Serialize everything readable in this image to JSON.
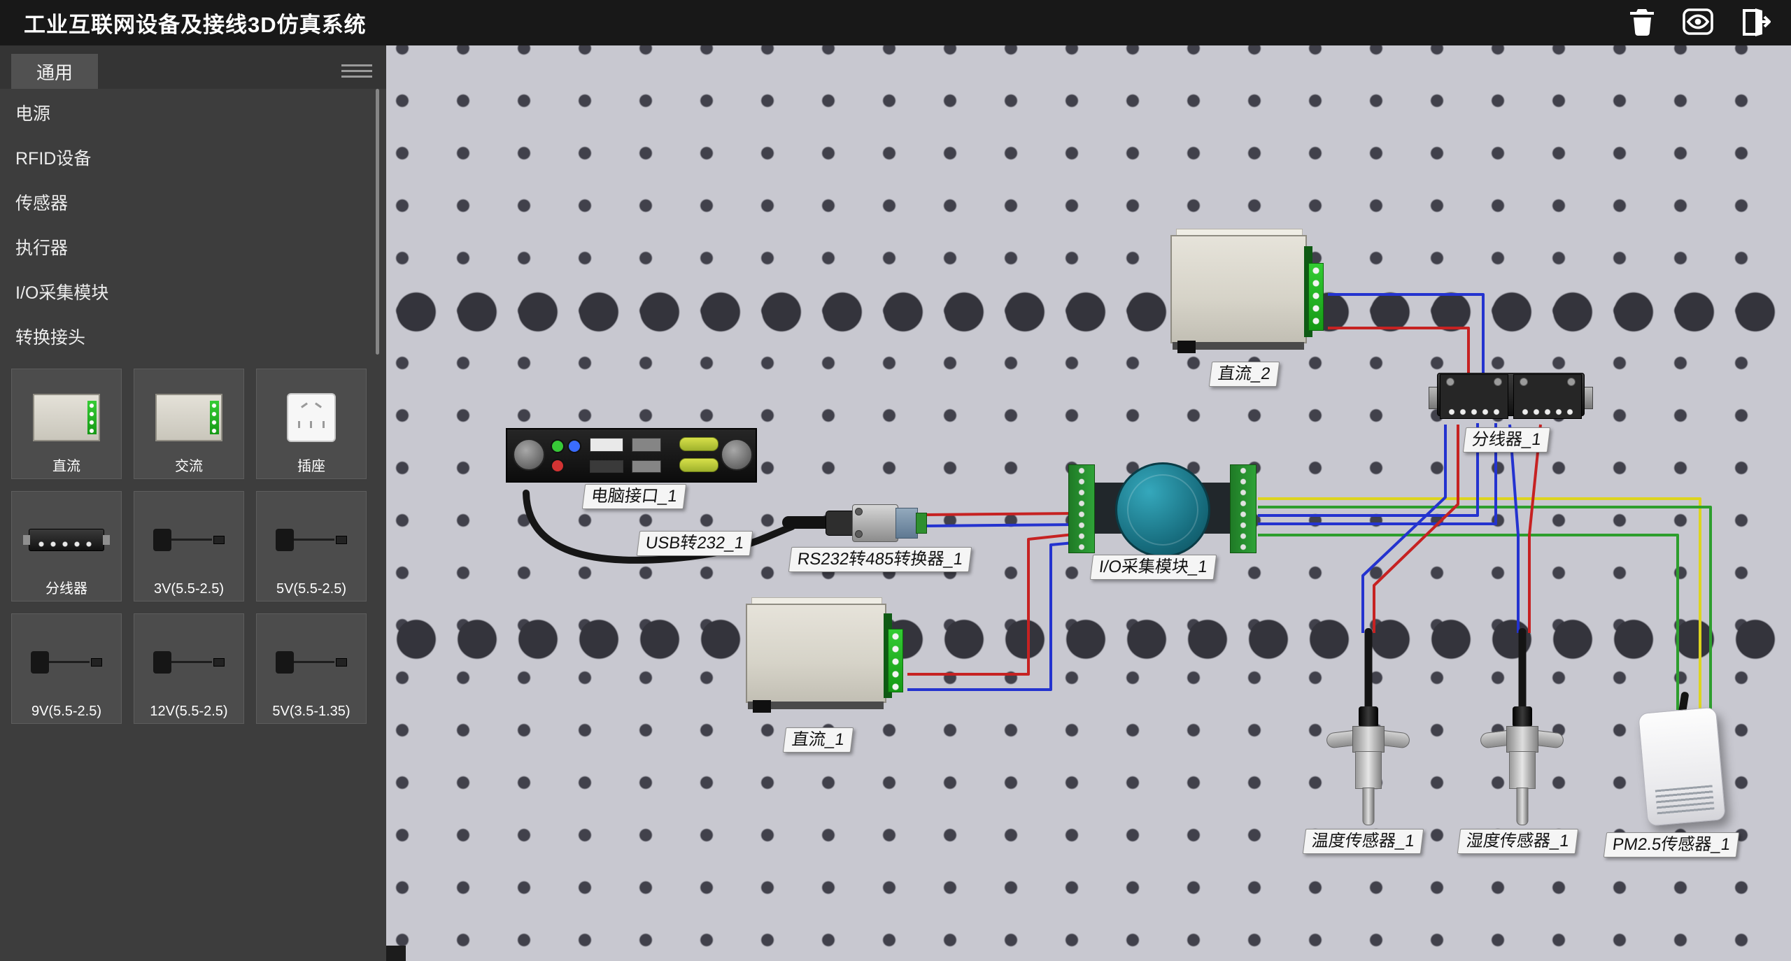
{
  "app": {
    "title": "工业互联网设备及接线3D仿真系统"
  },
  "toolbar": {
    "buttons": [
      {
        "icon": "trash",
        "action": "delete"
      },
      {
        "icon": "eye",
        "action": "view"
      },
      {
        "icon": "exit",
        "action": "exit"
      }
    ]
  },
  "sidebar": {
    "tab": "通用",
    "menu_items": [
      "电源",
      "RFID设备",
      "传感器",
      "执行器",
      "I/O采集模块",
      "转换接头"
    ],
    "cards": [
      {
        "label": "直流",
        "thumb": "dc-power"
      },
      {
        "label": "交流",
        "thumb": "ac-power"
      },
      {
        "label": "插座",
        "thumb": "socket"
      },
      {
        "label": "分线器",
        "thumb": "splitter"
      },
      {
        "label": "3V(5.5-2.5)",
        "thumb": "adapter"
      },
      {
        "label": "5V(5.5-2.5)",
        "thumb": "adapter"
      },
      {
        "label": "9V(5.5-2.5)",
        "thumb": "adapter"
      },
      {
        "label": "12V(5.5-2.5)",
        "thumb": "adapter"
      },
      {
        "label": "5V(3.5-1.35)",
        "thumb": "adapter"
      }
    ]
  },
  "canvas": {
    "devices": [
      {
        "label": "直流_2",
        "type": "dc-power-supply"
      },
      {
        "label": "电脑接口_1",
        "type": "computer-interface"
      },
      {
        "label": "USB转232_1",
        "type": "usb-serial-cable"
      },
      {
        "label": "RS232转485转换器_1",
        "type": "serial-converter"
      },
      {
        "label": "I/O采集模块_1",
        "type": "io-collect-module"
      },
      {
        "label": "分线器_1",
        "type": "wire-splitter"
      },
      {
        "label": "直流_1",
        "type": "dc-power-supply"
      },
      {
        "label": "温度传感器_1",
        "type": "temperature-probe"
      },
      {
        "label": "湿度传感器_1",
        "type": "humidity-probe"
      },
      {
        "label": "PM2.5传感器_1",
        "type": "pm25-sensor"
      }
    ],
    "wire_colors": {
      "red": "#c62222",
      "blue": "#2433cf",
      "green": "#2d9e2d",
      "yellow": "#ddd41e",
      "black": "#161616"
    }
  }
}
